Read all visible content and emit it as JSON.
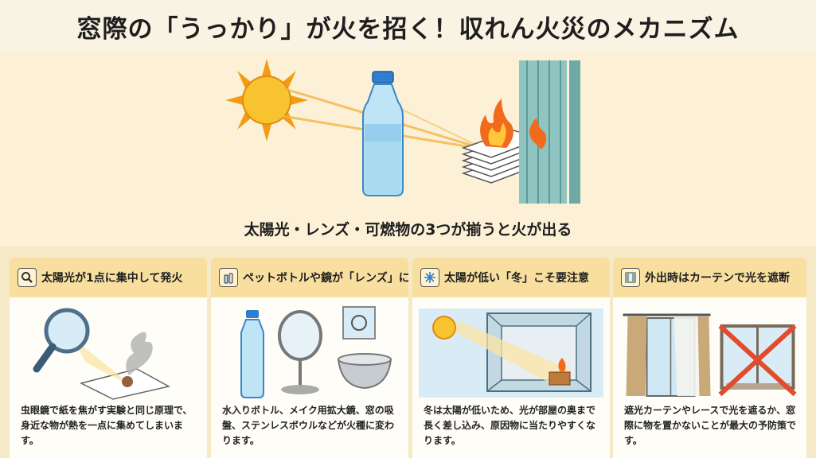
{
  "title": "窓際の「うっかり」が火を招く！収れん火災のメカニズム",
  "hero": {
    "caption": "太陽光・レンズ・可燃物の3つが揃うと火が出る"
  },
  "panels": [
    {
      "icon": "magnifier-icon",
      "title": "太陽光が1点に集中して発火",
      "text": "虫眼鏡で紙を焦がす実験と同じ原理で、身近な物が熱を一点に集めてしまいます。"
    },
    {
      "icon": "bottle-icon",
      "title": "ペットボトルや鏡が「レンズ」に",
      "text": "水入りボトル、メイク用拡大鏡、窓の吸盤、ステンレスボウルなどが火種に変わります。"
    },
    {
      "icon": "snowflake-icon",
      "title": "太陽が低い「冬」こそ要注意",
      "text": "冬は太陽が低いため、光が部屋の奥まで長く差し込み、原因物に当たりやすくなります。"
    },
    {
      "icon": "curtain-icon",
      "title": "外出時はカーテンで光を遮断",
      "text": "遮光カーテンやレースで光を遮るか、窓際に物を置かないことが最大の予防策です。"
    }
  ],
  "colors": {
    "background": "#fcf1d6",
    "panel_header": "#f8dfa0",
    "sun": "#f6b21a",
    "flame": "#f26a1b",
    "curtain": "#8fc4c0"
  }
}
